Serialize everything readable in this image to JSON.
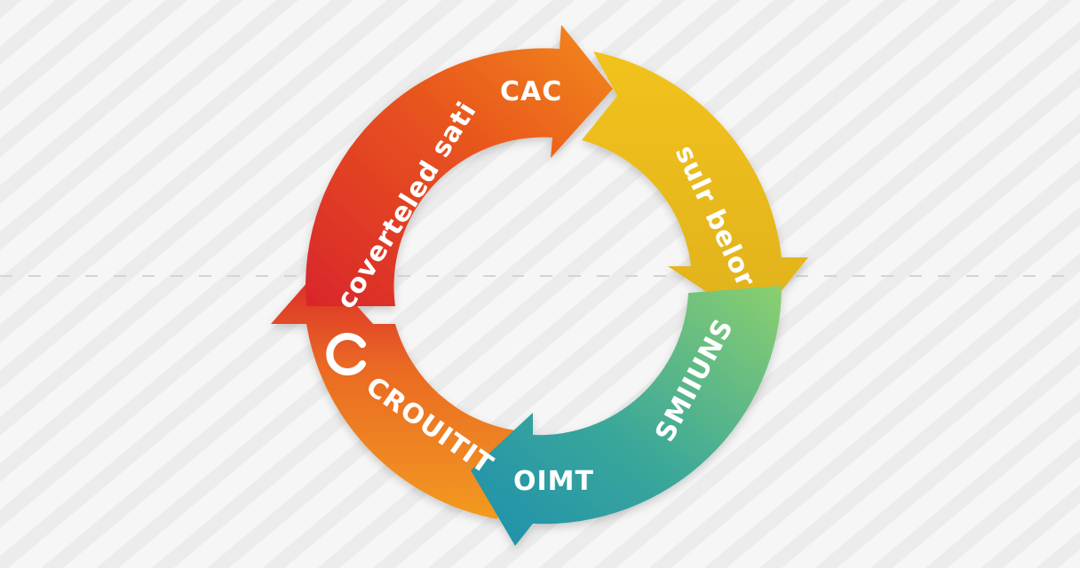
{
  "diagram": {
    "labels": {
      "top": "CAC",
      "top_left": "coverteled sati",
      "right": "sulr belor",
      "bottom_right": "SMIIUNS",
      "bottom": "OIMT",
      "bottom_left": "CROUITIT"
    },
    "colors": {
      "background": "#f6f6f6",
      "stripe": "#ebebeb",
      "red": "#d9262b",
      "orange": "#f28a1c",
      "yellow": "#f2c21e",
      "green": "#7cc46a",
      "teal": "#1e8fae",
      "label": "#ffffff"
    }
  }
}
